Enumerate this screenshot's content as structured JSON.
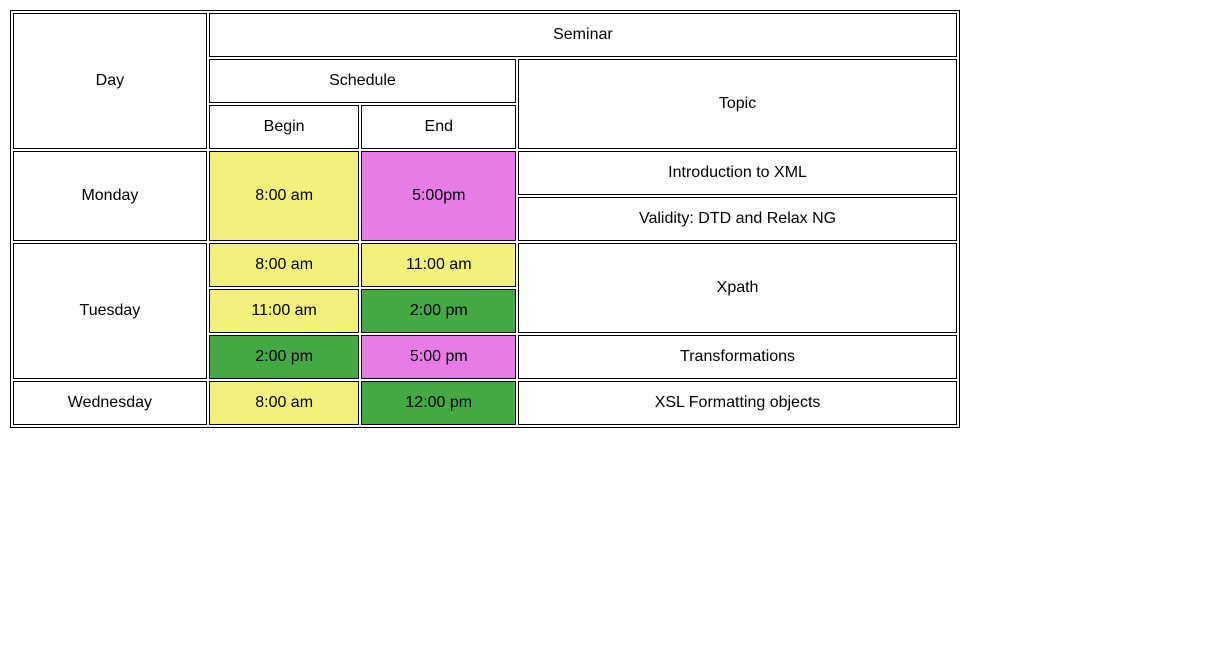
{
  "header": {
    "seminar": "Seminar",
    "day": "Day",
    "schedule": "Schedule",
    "topic": "Topic",
    "begin": "Begin",
    "end": "End"
  },
  "colors": {
    "yellow": "#f1f17b",
    "pink": "#e67ce6",
    "green": "#44a844"
  },
  "rows": {
    "monday": {
      "day": "Monday",
      "begin": "8:00 am",
      "end": "5:00pm",
      "topics": [
        "Introduction to XML",
        "Validity: DTD and Relax NG"
      ]
    },
    "tuesday": {
      "day": "Tuesday",
      "slots": [
        {
          "begin": "8:00 am",
          "end": "11:00 am"
        },
        {
          "begin": "11:00 am",
          "end": "2:00 pm"
        },
        {
          "begin": "2:00 pm",
          "end": "5:00 pm"
        }
      ],
      "topics": [
        "Xpath",
        "Transformations"
      ]
    },
    "wednesday": {
      "day": "Wednesday",
      "begin": "8:00 am",
      "end": "12:00 pm",
      "topic": "XSL Formatting objects"
    }
  }
}
